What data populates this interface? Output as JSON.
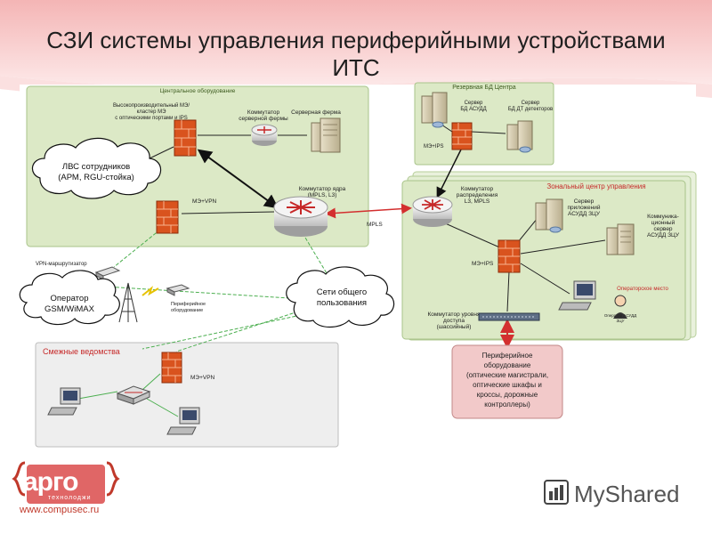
{
  "slide": {
    "title_line1": "СЗИ системы управления периферийными устройствами",
    "title_line2": "ИТС"
  },
  "central": {
    "group_label": "Центральное оборудование",
    "cluster_label_1": "Высокопроизводительный МЭ/",
    "cluster_label_2": "кластер МЭ",
    "cluster_label_3": "с оптическими портами и IPS",
    "server_switch_1": "Коммутатор",
    "server_switch_2": "серверной фермы",
    "server_farm": "Серверная ферма",
    "core_switch_1": "Коммутатор ядра",
    "core_switch_2": "(MPLS, L3)",
    "fw_vpn": "МЭ+VPN",
    "lan_1": "ЛВС сотрудников",
    "lan_2": "(АРМ, RGU-стойка)"
  },
  "backup": {
    "group_label": "Резервная БД Центра",
    "server1_1": "Сервер",
    "server1_2": "БД АСУДД",
    "server2_1": "Сервер",
    "server2_2": "БД ДТ детекторов",
    "fw_ips": "МЭ+IPS"
  },
  "zonal": {
    "group_label": "Зональный центр управления",
    "dist_switch_1": "Коммутатор",
    "dist_switch_2": "распределения",
    "dist_switch_3": "L3, MPLS",
    "app_server_1": "Сервер",
    "app_server_2": "приложений",
    "app_server_3": "АСУДД ЗЦУ",
    "comm_server_1": "Коммуника-",
    "comm_server_2": "ционный",
    "comm_server_3": "сервер",
    "comm_server_4": "АСУДД ЗЦУ",
    "fw_ips": "МЭ+IPS",
    "operator_place": "Операторское место",
    "operator_label_1": "Оператор АСУДД",
    "operator_label_2": "ЗЦУ",
    "access_switch_1": "Коммутатор уровня",
    "access_switch_2": "доступа",
    "access_switch_3": "(шассийный)"
  },
  "links": {
    "mpls": "MPLS"
  },
  "external": {
    "vpn_router": "VPN-маршрутизатор",
    "gsm_1": "Оператор",
    "gsm_2": "GSM/WiMAX",
    "periph_small_1": "Периферийное",
    "periph_small_2": "оборудование",
    "public_1": "Сети общего",
    "public_2": "пользования"
  },
  "adjacent": {
    "group_label": "Смежные ведомства",
    "fw_vpn": "МЭ+VPN"
  },
  "peripheral": {
    "line1": "Периферийное",
    "line2": "оборудование",
    "line3": "(оптические магистрали,",
    "line4": "оптические шкафы и",
    "line5": "кроссы, дорожные",
    "line6": "контроллеры)"
  },
  "footer": {
    "logo_text": "арго",
    "logo_sub": "технолоджи",
    "url": "www.compusec.ru",
    "watermark": "MyShared"
  },
  "colors": {
    "group_green": "#dce9c6",
    "group_border": "#a8c48a",
    "firewall": "#d9531e",
    "router": "#c62828",
    "periph_box": "#f2c9c9",
    "accent_red": "#d32f2f"
  }
}
